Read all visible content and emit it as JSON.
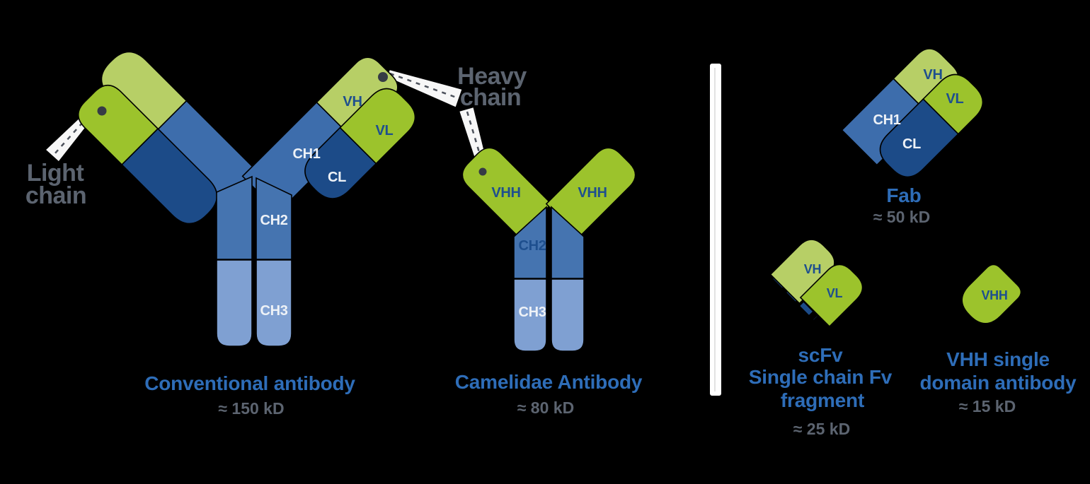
{
  "conventional": {
    "title": "Conventional antibody",
    "mass": "≈ 150 kD",
    "annotations": {
      "light_chain": [
        "Light",
        "chain"
      ],
      "heavy_chain": [
        "Heavy",
        "chain"
      ]
    },
    "domains": {
      "vh": "VH",
      "vl": "VL",
      "ch1": "CH1",
      "cl": "CL",
      "ch2": "CH2",
      "ch3": "CH3"
    }
  },
  "camelid": {
    "title": "Camelidae Antibody",
    "mass": "≈ 80 kD",
    "domains": {
      "vhh_left": "VHH",
      "vhh_right": "VHH",
      "ch2": "CH2",
      "ch3": "CH3"
    }
  },
  "fab": {
    "title": "Fab",
    "mass": "≈ 50 kD",
    "domains": {
      "vh": "VH",
      "vl": "VL",
      "ch1": "CH1",
      "cl": "CL"
    }
  },
  "scfv": {
    "title_lines": [
      "scFv",
      "Single chain Fv",
      "fragment"
    ],
    "mass": "≈ 25 kD",
    "domains": {
      "vh": "VH",
      "vl": "VL"
    }
  },
  "vhh_sdab": {
    "title_lines": [
      "VHH single",
      "domain antibody"
    ],
    "mass": "≈ 15 kD",
    "domains": {
      "vhh": "VHH"
    }
  },
  "colors": {
    "background": "#000000",
    "green_light": "#b7cf66",
    "green_dark": "#9cc32c",
    "blue_arm": "#3d6dac",
    "blue_mid": "#4574b0",
    "blue_light": "#7fa0d2",
    "navy": "#1c4b88",
    "dot": "#363b45",
    "beam_white": "#f7f7f7",
    "beam_dash": "#4d525c",
    "divider": "#ffffff",
    "divider_line": "#d9d9d9",
    "heading_blue": "#2e6db8",
    "gray_text": "#5c6470",
    "domain_text_navy": "#1e4f8e",
    "domain_text_white": "#eef2f7"
  }
}
